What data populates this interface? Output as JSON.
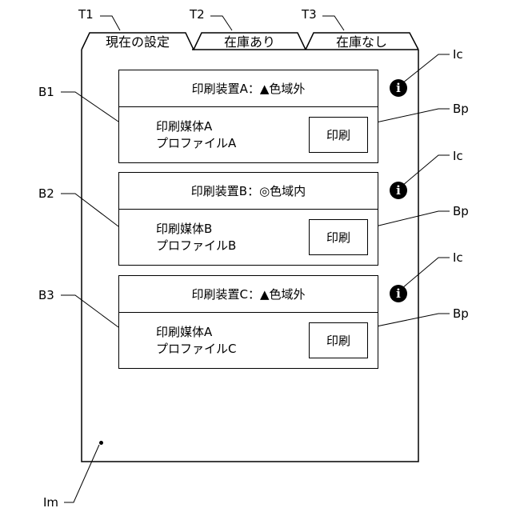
{
  "tabs": [
    {
      "ref": "T1",
      "label": "現在の設定"
    },
    {
      "ref": "T2",
      "label": "在庫あり"
    },
    {
      "ref": "T3",
      "label": "在庫なし"
    }
  ],
  "cards": [
    {
      "ref": "B1",
      "device": "印刷装置A：▲色域外",
      "media": "印刷媒体A",
      "profile": "プロファイルA",
      "button": "印刷"
    },
    {
      "ref": "B2",
      "device": "印刷装置B：◎色域内",
      "media": "印刷媒体B",
      "profile": "プロファイルB",
      "button": "印刷"
    },
    {
      "ref": "B3",
      "device": "印刷装置C：▲色域外",
      "media": "印刷媒体A",
      "profile": "プロファイルC",
      "button": "印刷"
    }
  ],
  "info_icon": {
    "glyph": "i",
    "ref": "Ic"
  },
  "button_ref": "Bp",
  "screen_ref": "Im"
}
